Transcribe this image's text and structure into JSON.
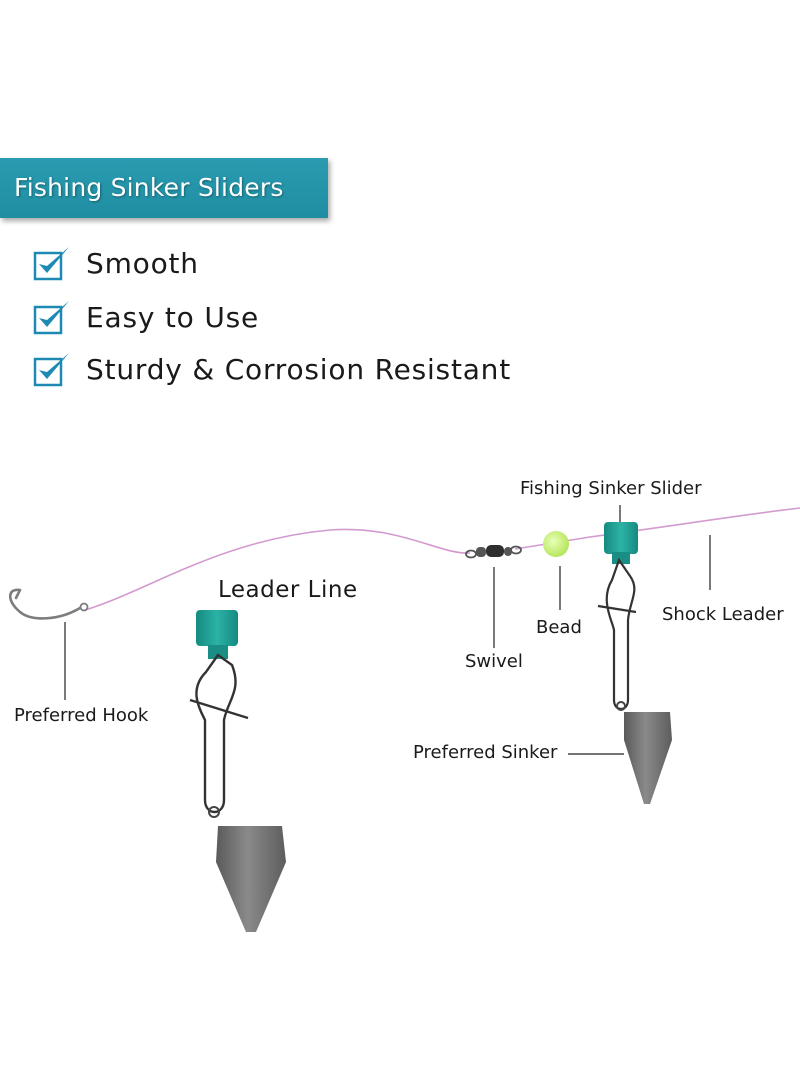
{
  "banner": {
    "title": "Fishing Sinker Sliders"
  },
  "features": [
    {
      "label": "Smooth",
      "icon": "checkbox-checked-icon"
    },
    {
      "label": "Easy to Use",
      "icon": "checkbox-checked-icon"
    },
    {
      "label": "Sturdy & Corrosion Resistant",
      "icon": "checkbox-checked-icon"
    }
  ],
  "labels": {
    "fishing_sinker_slider": "Fishing Sinker Slider",
    "leader_line": "Leader Line",
    "swivel": "Swivel",
    "bead": "Bead",
    "shock_leader": "Shock Leader",
    "preferred_hook": "Preferred Hook",
    "preferred_sinker": "Preferred Sinker"
  },
  "colors": {
    "banner": "#1f8ea3",
    "check": "#1e8ab4",
    "slider_teal": "#1f9e93",
    "bead_green": "#c9f27a",
    "line_pink": "#d39ad0",
    "sinker_gray": "#6c6c6c"
  }
}
